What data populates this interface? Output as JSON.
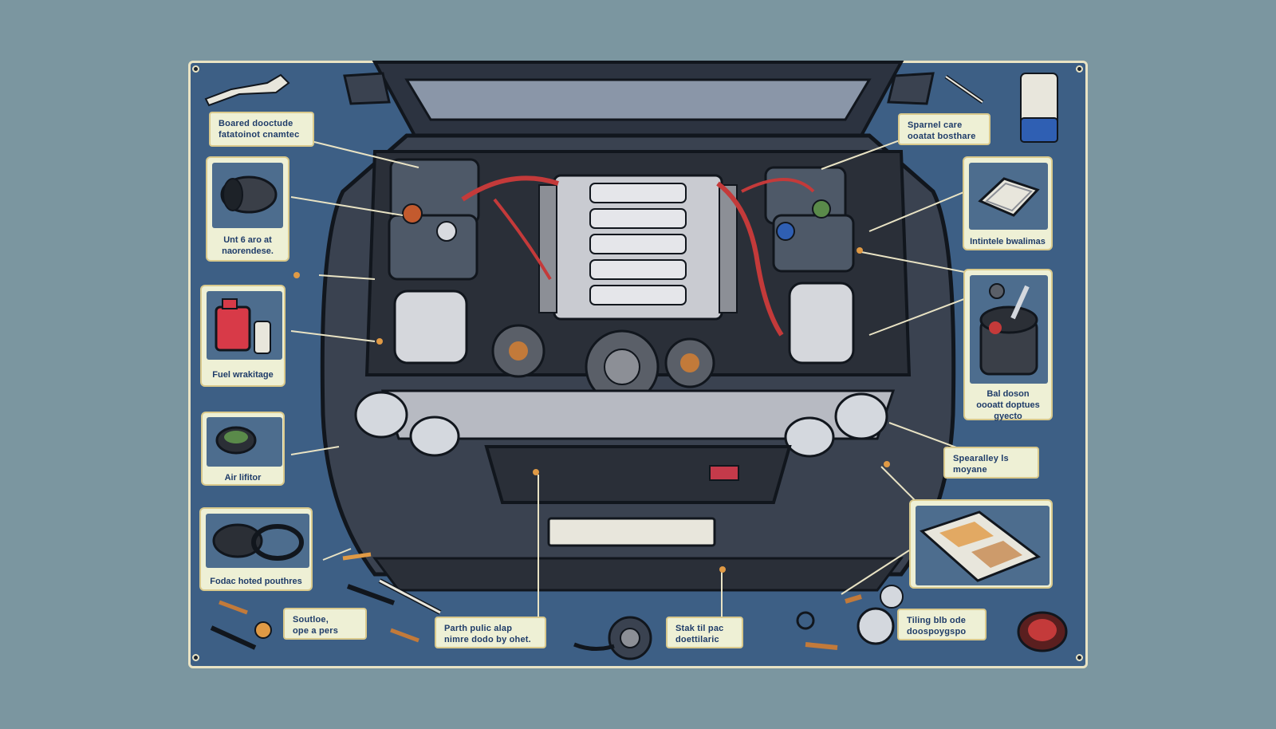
{
  "labels": {
    "board_1": "Boared dooctude",
    "board_2": "fatatoinot cnamtec",
    "spark_1": "Sparnel care",
    "spark_2": "ooatat bosthare",
    "unit_1": "Unt 6 aro at",
    "unit_2": "naorendese.",
    "filter_box": "Intintele bwalimas",
    "fuel": "Fuel wrakitage",
    "bal_1": "Bal doson",
    "bal_2": "oooatt doptues",
    "bal_3": "gyecto",
    "air": "Air lifitor",
    "spec_1": "Spearalley ls",
    "spec_2": "moyane",
    "fodac": "Fodac hoted pouthres",
    "sodi_1": "Soutloe,",
    "sodi_2": "ope a pers",
    "parth_1": "Parth pulic alap",
    "parth_2": "nimre dodo by ohet.",
    "stak_1": "Stak til pac",
    "stak_2": "doettilaric",
    "tiling_1": "Tiling blb ode",
    "tiling_2": "doospoygspo"
  },
  "colors": {
    "background": "#7b96a0",
    "panel": "#3d5f85",
    "label_bg": "#eef0d5",
    "label_text": "#1f3c69",
    "hose_red": "#c43a3a",
    "car_body": "#3a4250"
  },
  "icons": [
    "wrench-icon",
    "screwdriver-icon",
    "oil-can-icon",
    "hose-icon",
    "fuel-can-icon",
    "air-filter-icon",
    "belt-icon",
    "cabin-filter-icon",
    "parts-bucket-icon",
    "manual-icon",
    "gauge-icon",
    "spark-plug-icon"
  ]
}
